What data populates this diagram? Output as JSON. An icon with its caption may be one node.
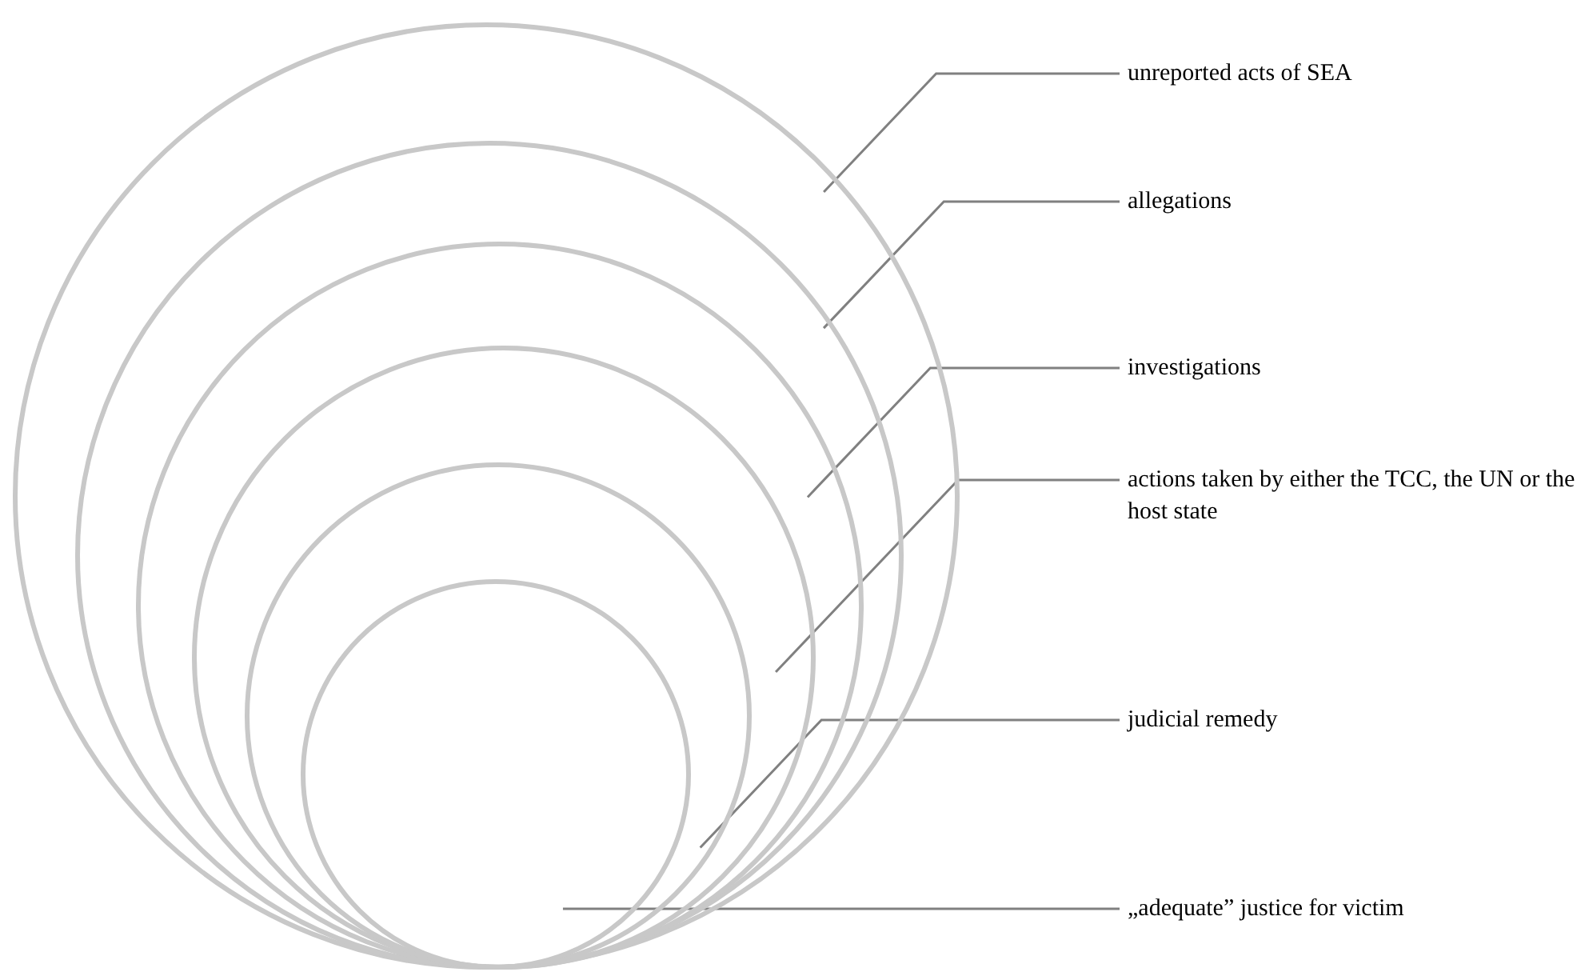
{
  "diagram": {
    "nodes": [
      {
        "text": [],
        "shape": "circle"
      },
      {
        "text": [],
        "shape": "circle",
        "in": 0
      },
      {
        "text": [],
        "shape": "circle",
        "in": 1
      },
      {
        "text": [],
        "shape": "circle",
        "in": 2
      },
      {
        "text": [],
        "shape": "circle",
        "in": 3
      },
      {
        "text": [],
        "shape": "circle",
        "in": 4
      },
      {
        "text": [
          "unreported acts of SEA"
        ]
      },
      {
        "text": [
          "allegations"
        ]
      },
      {
        "text": [
          "investigations"
        ]
      },
      {
        "text": [
          "actions taken by either the TCC, the UN or the host state"
        ]
      },
      {
        "text": [
          "judicial remedy"
        ]
      },
      {
        "text": [
          "„adequate” justice for victim"
        ]
      }
    ],
    "edges": [
      {
        "from": 6,
        "to": 0,
        "arrow": "none"
      },
      {
        "from": 7,
        "to": 1,
        "arrow": "none"
      },
      {
        "from": 8,
        "to": 2,
        "arrow": "none"
      },
      {
        "from": 9,
        "to": 3,
        "arrow": "none"
      },
      {
        "from": 10,
        "to": 4,
        "arrow": "none"
      },
      {
        "from": 11,
        "to": 5,
        "arrow": "none"
      }
    ]
  }
}
